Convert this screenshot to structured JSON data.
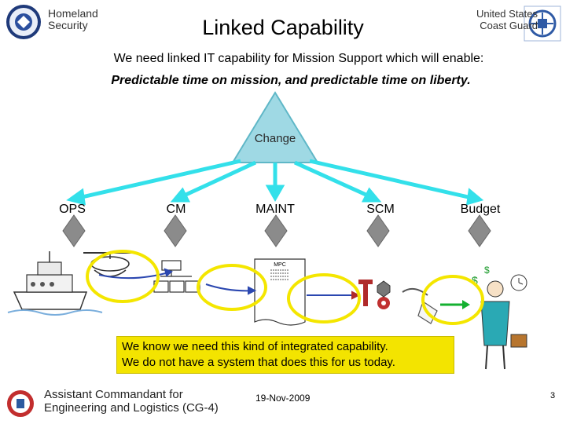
{
  "header": {
    "left_org_line1": "Homeland",
    "left_org_line2": "Security",
    "title": "Linked Capability",
    "right_org_line1": "United States",
    "right_org_line2": "Coast Guard"
  },
  "intro": {
    "line1": "We need linked IT capability for Mission Support which will enable:",
    "line2": "Predictable time on mission, and predictable time on liberty."
  },
  "diagram": {
    "center_label": "Change",
    "nodes": [
      {
        "label": "OPS"
      },
      {
        "label": "CM"
      },
      {
        "label": "MAINT"
      },
      {
        "label": "SCM"
      },
      {
        "label": "Budget"
      }
    ],
    "doc_label": "MPC",
    "colors": {
      "triangle": "#9fd9e4",
      "arrows": "#33e0ea",
      "diamonds": "#888888",
      "ellipses": "#f4e600",
      "links": "#2b47b0",
      "green_arrow": "#14b030"
    }
  },
  "callout": {
    "line1": "We know we need this kind of integrated capability.",
    "line2": "We do not have a system that does this for us today."
  },
  "footer": {
    "org_line1": "Assistant Commandant for",
    "org_line2": "Engineering and Logistics (CG-4)",
    "date": "19-Nov-2009",
    "page": "3"
  }
}
